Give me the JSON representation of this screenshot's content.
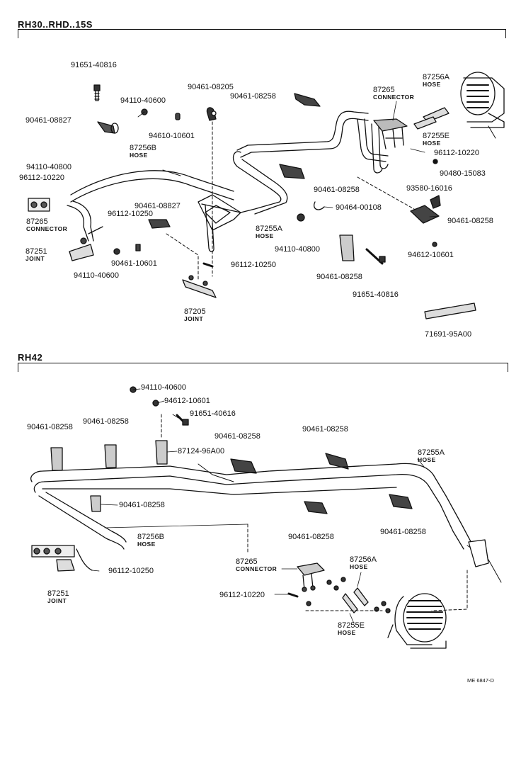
{
  "sections": [
    {
      "title": "RH30..RHD..15S"
    },
    {
      "title": "RH42"
    }
  ],
  "labels": {
    "p91651_40816_a": "91651-40816",
    "p94110_40600_a": "94110-40600",
    "p90461_08205": "90461-08205",
    "p90461_08258_a": "90461-08258",
    "p87265_a": "87265",
    "connector_a": "CONNECTOR",
    "p87256A_a": "87256A",
    "hose_256A_a": "HOSE",
    "p90461_08827_a": "90461-08827",
    "p94610_10601": "94610-10601",
    "p87256B_a": "87256B",
    "hose_256B_a": "HOSE",
    "p87255E_a": "87255E",
    "hose_255E_a": "HOSE",
    "p96112_10220_a": "96112-10220",
    "p94110_40800_a": "94110-40800",
    "p96112_10220_b": "96112-10220",
    "p90480_15083": "90480-15083",
    "p90461_08258_b": "90461-08258",
    "p93580_16016": "93580-16016",
    "p90464_00108": "90464-00108",
    "p90461_08827_b": "90461-08827",
    "p96112_10250_a": "96112-10250",
    "p87265_b": "87265",
    "connector_b": "CONNECTOR",
    "p90461_08258_c": "90461-08258",
    "p87255A_a": "87255A",
    "hose_255A_a": "HOSE",
    "p94110_40800_b": "94110-40800",
    "p87251_a": "87251",
    "joint_a": "JOINT",
    "p94612_10601_a": "94612-10601",
    "p90461_10601": "90461-10601",
    "p96112_10250_b": "96112-10250",
    "p94110_40600_b": "94110-40600",
    "p90461_08258_d": "90461-08258",
    "p91651_40816_b": "91651-40816",
    "p87205": "87205",
    "joint_b": "JOINT",
    "p71691_95A00": "71691-95A00",
    "r_94110_40600": "94110-40600",
    "r_94612_10601": "94612-10601",
    "r_91651_40616": "91651-40616",
    "r_90461_08258_1": "90461-08258",
    "r_90461_08258_2": "90461-08258",
    "r_87124_96A00": "87124-96A00",
    "r_90461_08258_3": "90461-08258",
    "r_90461_08258_4": "90461-08258",
    "r_87255A": "87255A",
    "r_hose_255A": "HOSE",
    "r_90461_08258_5": "90461-08258",
    "r_87256B": "87256B",
    "r_hose_256B": "HOSE",
    "r_90461_08258_6": "90461-08258",
    "r_90461_08258_7": "90461-08258",
    "r_96112_10250": "96112-10250",
    "r_87265": "87265",
    "r_connector": "CONNECTOR",
    "r_87256A": "87256A",
    "r_hose_256A": "HOSE",
    "r_87251": "87251",
    "r_joint": "JOINT",
    "r_96112_10220": "96112-10220",
    "r_87255E": "87255E",
    "r_hose_255E": "HOSE"
  },
  "footer_code": "ME 6847-D"
}
